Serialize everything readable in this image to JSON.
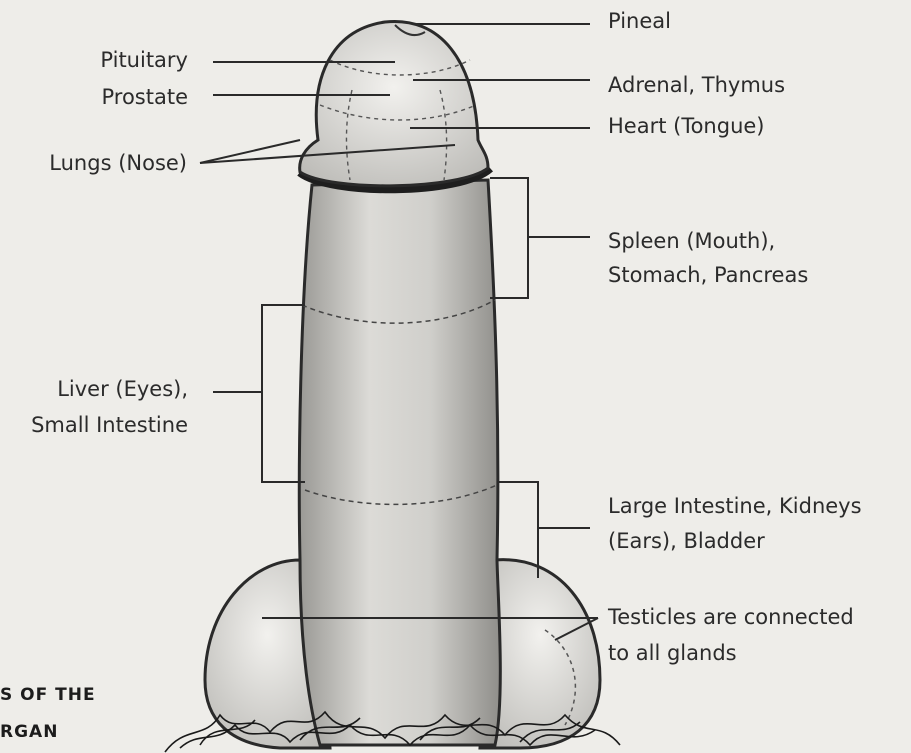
{
  "labels": {
    "pineal": "Pineal",
    "pituitary": "Pituitary",
    "adrenal_thymus": "Adrenal, Thymus",
    "prostate": "Prostate",
    "heart": "Heart (Tongue)",
    "lungs": "Lungs (Nose)",
    "spleen_line1": "Spleen (Mouth),",
    "spleen_line2": "Stomach, Pancreas",
    "liver_line1": "Liver (Eyes),",
    "liver_line2": "Small Intestine",
    "large_int_line1": "Large Intestine, Kidneys",
    "large_int_line2": "(Ears), Bladder",
    "testicles_line1": "Testicles are connected",
    "testicles_line2": "to all glands"
  },
  "caption": {
    "line1": "S OF THE",
    "line2": "RGAN"
  }
}
